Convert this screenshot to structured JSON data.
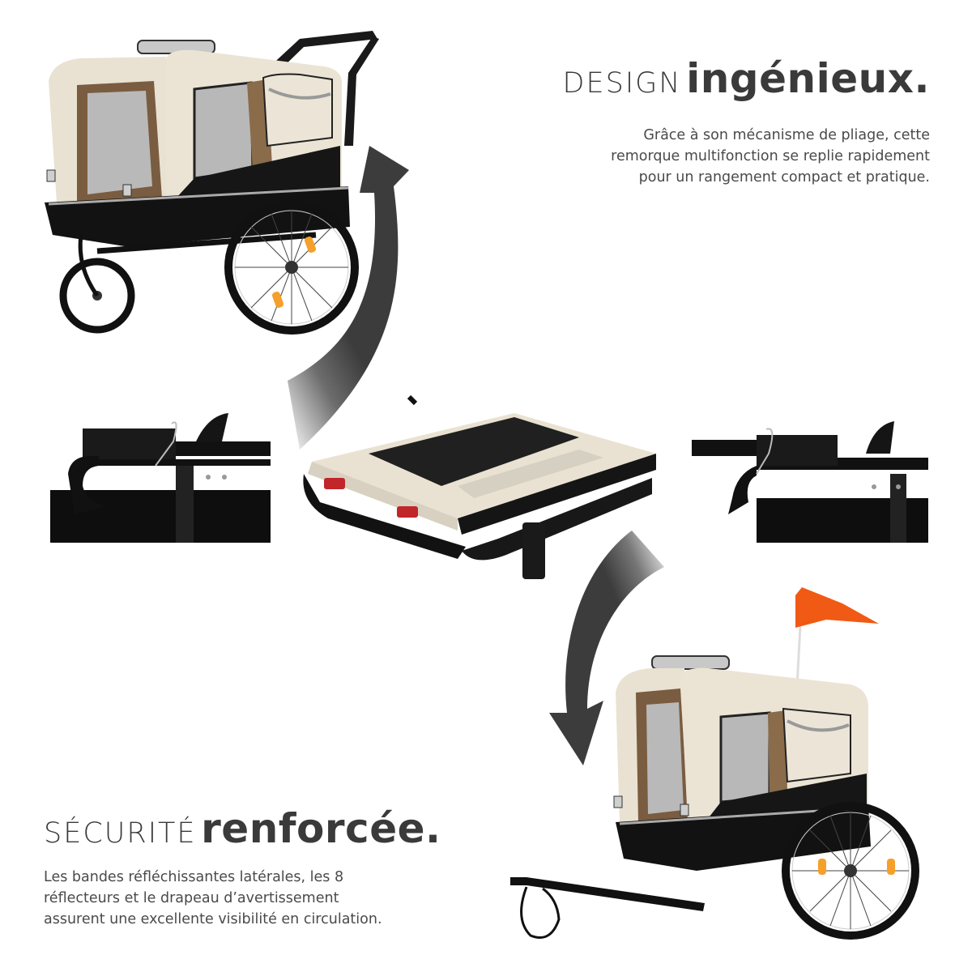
{
  "section_design": {
    "title_light": "DESIGN",
    "title_bold": "ingénieux.",
    "description_lines": [
      "Grâce à son mécanisme de pliage, cette",
      "remorque multifonction se replie rapidement",
      "pour un rangement compact et pratique."
    ]
  },
  "section_safety": {
    "title_light": "SÉCURITÉ",
    "title_bold": "renforcée.",
    "description_lines": [
      "Les bandes réfléchissantes latérales, les 8",
      "réflecteurs et le drapeau d’avertissement",
      "assurent une excellente visibilité en circulation."
    ]
  },
  "images": [
    {
      "name": "trailer-stroller-mode",
      "description": "Pet trailer in stroller mode with push handle and front swivel wheel"
    },
    {
      "name": "folding-detail-left",
      "description": "Close-up of folding frame latch with safety pin"
    },
    {
      "name": "trailer-folded",
      "description": "Trailer folded flat with red rear reflectors"
    },
    {
      "name": "folding-detail-right",
      "description": "Close-up of folding frame latch with safety pin"
    },
    {
      "name": "trailer-bike-mode",
      "description": "Pet trailer in bike mode with tow bar, leash and orange safety flag"
    }
  ],
  "colors": {
    "text": "#3a3a3a",
    "canvas_beige": "#e9e2d2",
    "frame_black": "#141414",
    "mesh_brown": "#8a6b4a",
    "arrow_gray": "#3c3c3c",
    "flag_orange": "#f05a14",
    "reflector_orange": "#f5a02a",
    "reflector_red": "#c0262a"
  }
}
